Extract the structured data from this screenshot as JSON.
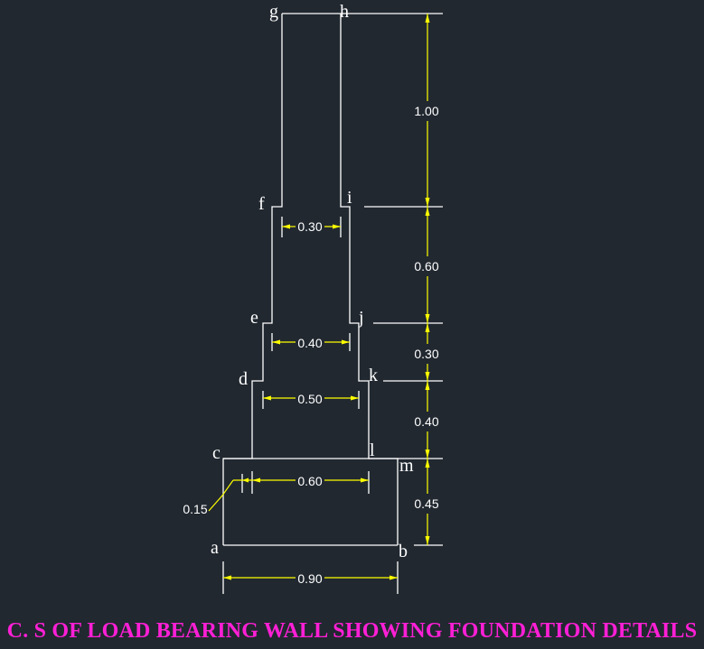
{
  "title": "C. S OF LOAD BEARING WALL SHOWING FOUNDATION DETAILS",
  "colors": {
    "background": "#212830",
    "lines": "#ffffff",
    "dimensions": "#ffff00",
    "title": "#ff1fd6"
  },
  "point_labels": {
    "a": "a",
    "b": "b",
    "c": "c",
    "d": "d",
    "e": "e",
    "f": "f",
    "g": "g",
    "h": "h",
    "i": "i",
    "j": "j",
    "k": "k",
    "l": "l",
    "m": "m"
  },
  "widths": {
    "wall": "0.30",
    "step_3": "0.40",
    "step_2": "0.50",
    "step_1": "0.60",
    "base": "0.90",
    "offset": "0.15"
  },
  "heights": {
    "wall": "1.00",
    "step_3": "0.60",
    "step_2": "0.30",
    "step_1": "0.40",
    "base": "0.45"
  }
}
